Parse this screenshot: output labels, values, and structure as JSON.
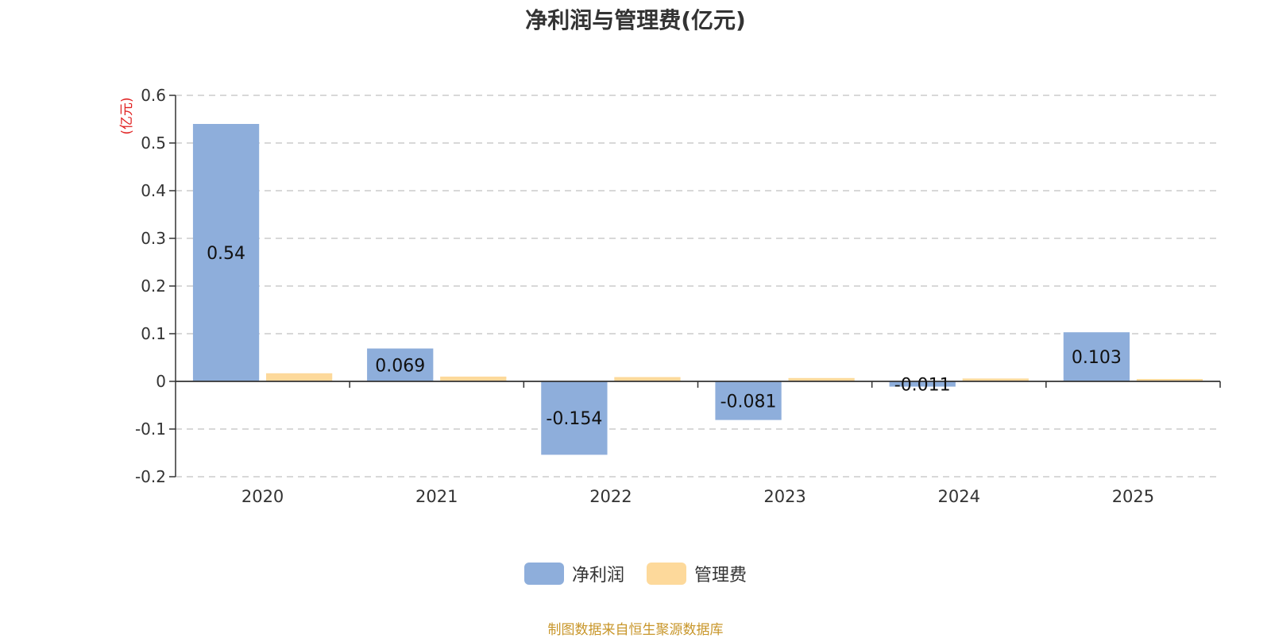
{
  "title": "净利润与管理费(亿元)",
  "unit_label": "(亿元)",
  "source_note": "制图数据来自恒生聚源数据库",
  "colors": {
    "net_profit": "#8eaedb",
    "admin_fee": "#fdd99b",
    "unit_label": "#e02020",
    "source_note": "#c8962a"
  },
  "legend": [
    {
      "name": "净利润",
      "color": "#8eaedb"
    },
    {
      "name": "管理费",
      "color": "#fdd99b"
    }
  ],
  "chart_data": {
    "type": "bar",
    "title": "净利润与管理费(亿元)",
    "ylabel": "(亿元)",
    "xlabel": "",
    "categories": [
      "2020",
      "2021",
      "2022",
      "2023",
      "2024",
      "2025"
    ],
    "series": [
      {
        "name": "净利润",
        "values": [
          0.54,
          0.069,
          -0.154,
          -0.081,
          -0.011,
          0.103
        ],
        "labels": [
          "0.54",
          "0.069",
          "-0.154",
          "-0.081",
          "-0.011",
          "0.103"
        ]
      },
      {
        "name": "管理费",
        "values": [
          0.017,
          0.01,
          0.009,
          0.007,
          0.006,
          0.005
        ]
      }
    ],
    "ylim": [
      -0.2,
      0.6
    ],
    "yticks": [
      0.6,
      0.5,
      0.4,
      0.3,
      0.2,
      0.1,
      0,
      -0.1,
      -0.2
    ],
    "ytick_labels": [
      "0.6",
      "0.5",
      "0.4",
      "0.3",
      "0.2",
      "0.1",
      "0",
      "-0.1",
      "-0.2"
    ],
    "grid": "dashed horizontal",
    "legend_position": "bottom-center"
  }
}
